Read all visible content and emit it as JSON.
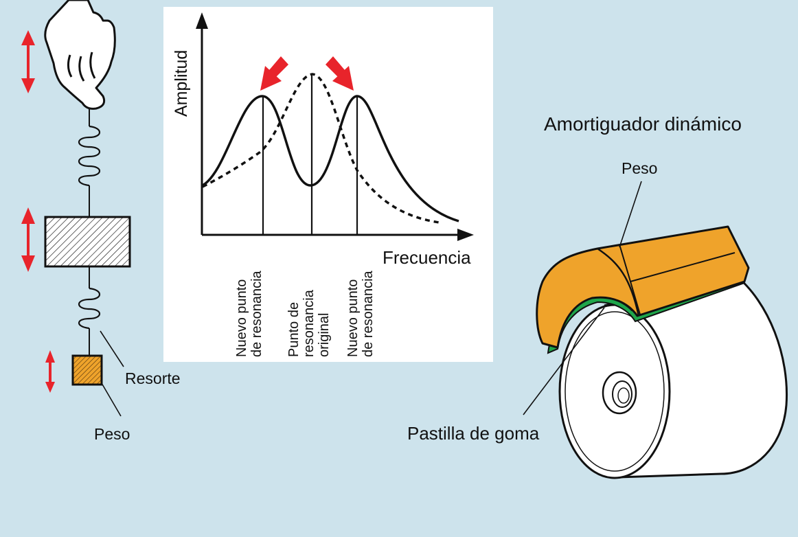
{
  "colors": {
    "background": "#cde3ec",
    "arrow_red": "#e8242b",
    "weight_orange": "#efa32b",
    "rubber_green": "#1fa64b",
    "hatch_box": "#ffffff"
  },
  "spring_system": {
    "spring_label": "Resorte",
    "weight_label": "Peso"
  },
  "graph": {
    "y_axis_label": "Amplitud",
    "x_axis_label": "Frecuencia",
    "markers": [
      {
        "lines": [
          "Nuevo punto",
          "de resonancia"
        ]
      },
      {
        "lines": [
          "Punto de",
          "resonancia",
          "original"
        ]
      },
      {
        "lines": [
          "Nuevo punto",
          "de resonancia"
        ]
      }
    ]
  },
  "damper": {
    "title": "Amortiguador dinámico",
    "weight_label": "Peso",
    "rubber_label": "Pastilla de goma"
  }
}
